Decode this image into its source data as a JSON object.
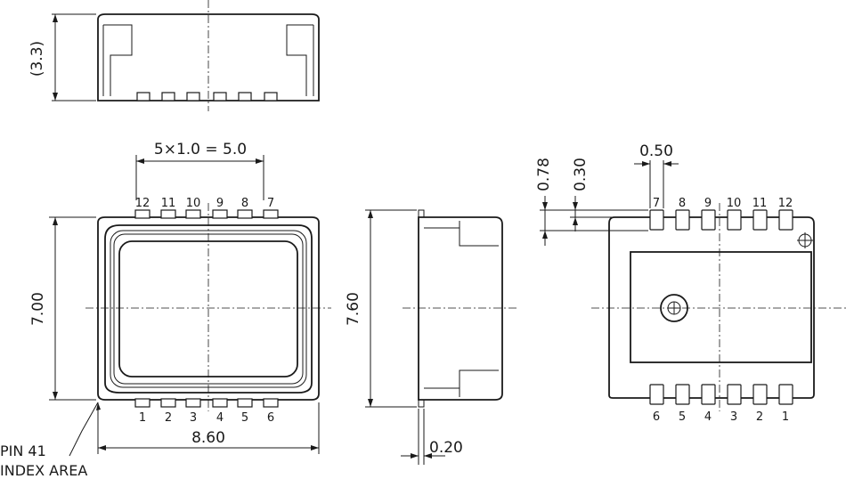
{
  "dimensions": {
    "height_ref": "(3.3)",
    "pitch": "5×1.0 = 5.0",
    "body_height": "7.00",
    "body_width": "8.60",
    "side_height": "7.60",
    "side_pin": "0.20",
    "pad_width": "0.50",
    "offset_a": "0.78",
    "offset_b": "0.30"
  },
  "pins": {
    "top": [
      "12",
      "11",
      "10",
      "9",
      "8",
      "7"
    ],
    "bottom": [
      "1",
      "2",
      "3",
      "4",
      "5",
      "6"
    ],
    "rear_top": [
      "7",
      "8",
      "9",
      "10",
      "11",
      "12"
    ],
    "rear_bottom": [
      "6",
      "5",
      "4",
      "3",
      "2",
      "1"
    ]
  },
  "notes": {
    "pin_index_line1": "PIN 41",
    "pin_index_line2": "INDEX AREA"
  }
}
